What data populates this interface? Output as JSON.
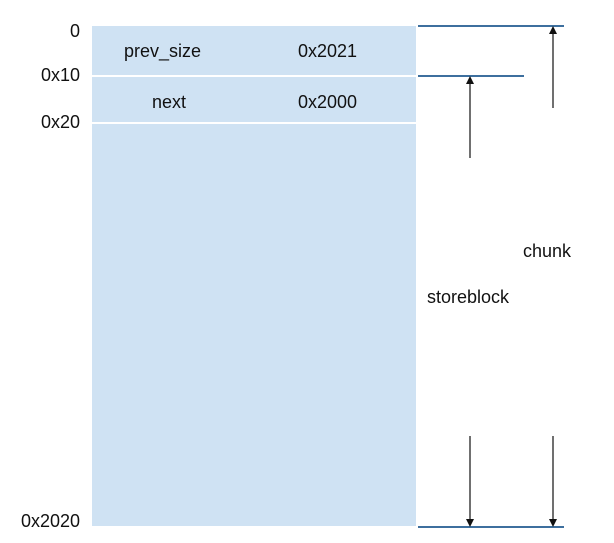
{
  "offsets": {
    "start": "0",
    "o10": "0x10",
    "o20": "0x20",
    "end": "0x2020"
  },
  "fields": [
    {
      "name": "prev_size",
      "value": "0x2021"
    },
    {
      "name": "next",
      "value": "0x2000"
    }
  ],
  "labels": {
    "chunk": "chunk",
    "storeblock": "storeblock"
  },
  "colors": {
    "block_fill": "#cfe2f3",
    "boundary_line": "#3d6f9e",
    "arrow": "#111111"
  }
}
